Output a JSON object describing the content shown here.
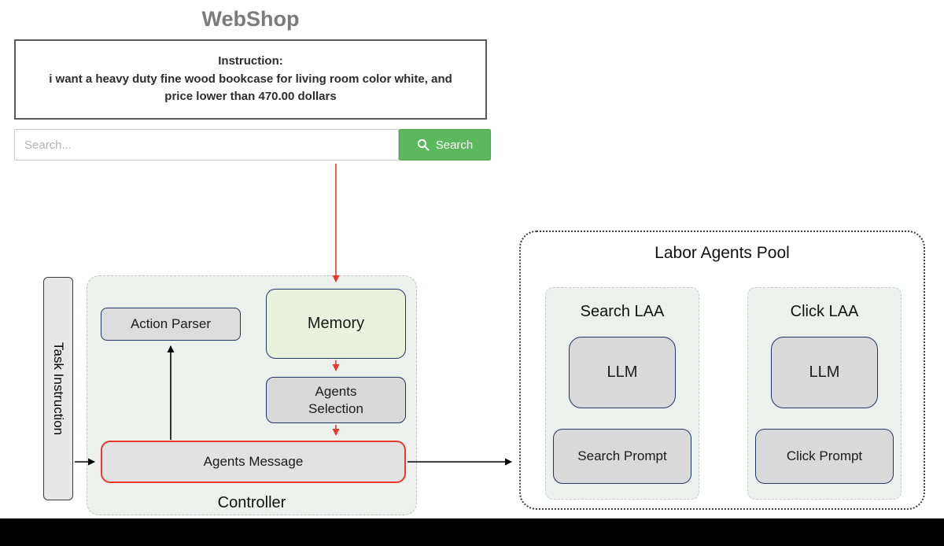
{
  "webshop": {
    "title": "WebShop",
    "instruction_label": "Instruction:",
    "instruction_text": "i want a heavy duty fine wood bookcase for living room color white, and price lower than 470.00 dollars",
    "search_placeholder": "Search...",
    "search_button_label": "Search"
  },
  "controller": {
    "label": "Controller",
    "task_instruction_label": "Task Instruction",
    "action_parser_label": "Action Parser",
    "memory_label": "Memory",
    "agents_selection_label": "Agents Selection",
    "agents_message_label": "Agents Message"
  },
  "labor_pool": {
    "title": "Labor Agents Pool",
    "agents": [
      {
        "name": "Search LAA",
        "llm_label": "LLM",
        "prompt_label": "Search Prompt"
      },
      {
        "name": "Click LAA",
        "llm_label": "LLM",
        "prompt_label": "Click Prompt"
      }
    ]
  },
  "colors": {
    "accent_red": "#e8392b",
    "search_button_green": "#5cb85c",
    "memory_green": "#eaf1dc",
    "node_gray": "#d9d9d9",
    "container_green_gray": "#edf1ee",
    "navy_border": "#253564"
  }
}
